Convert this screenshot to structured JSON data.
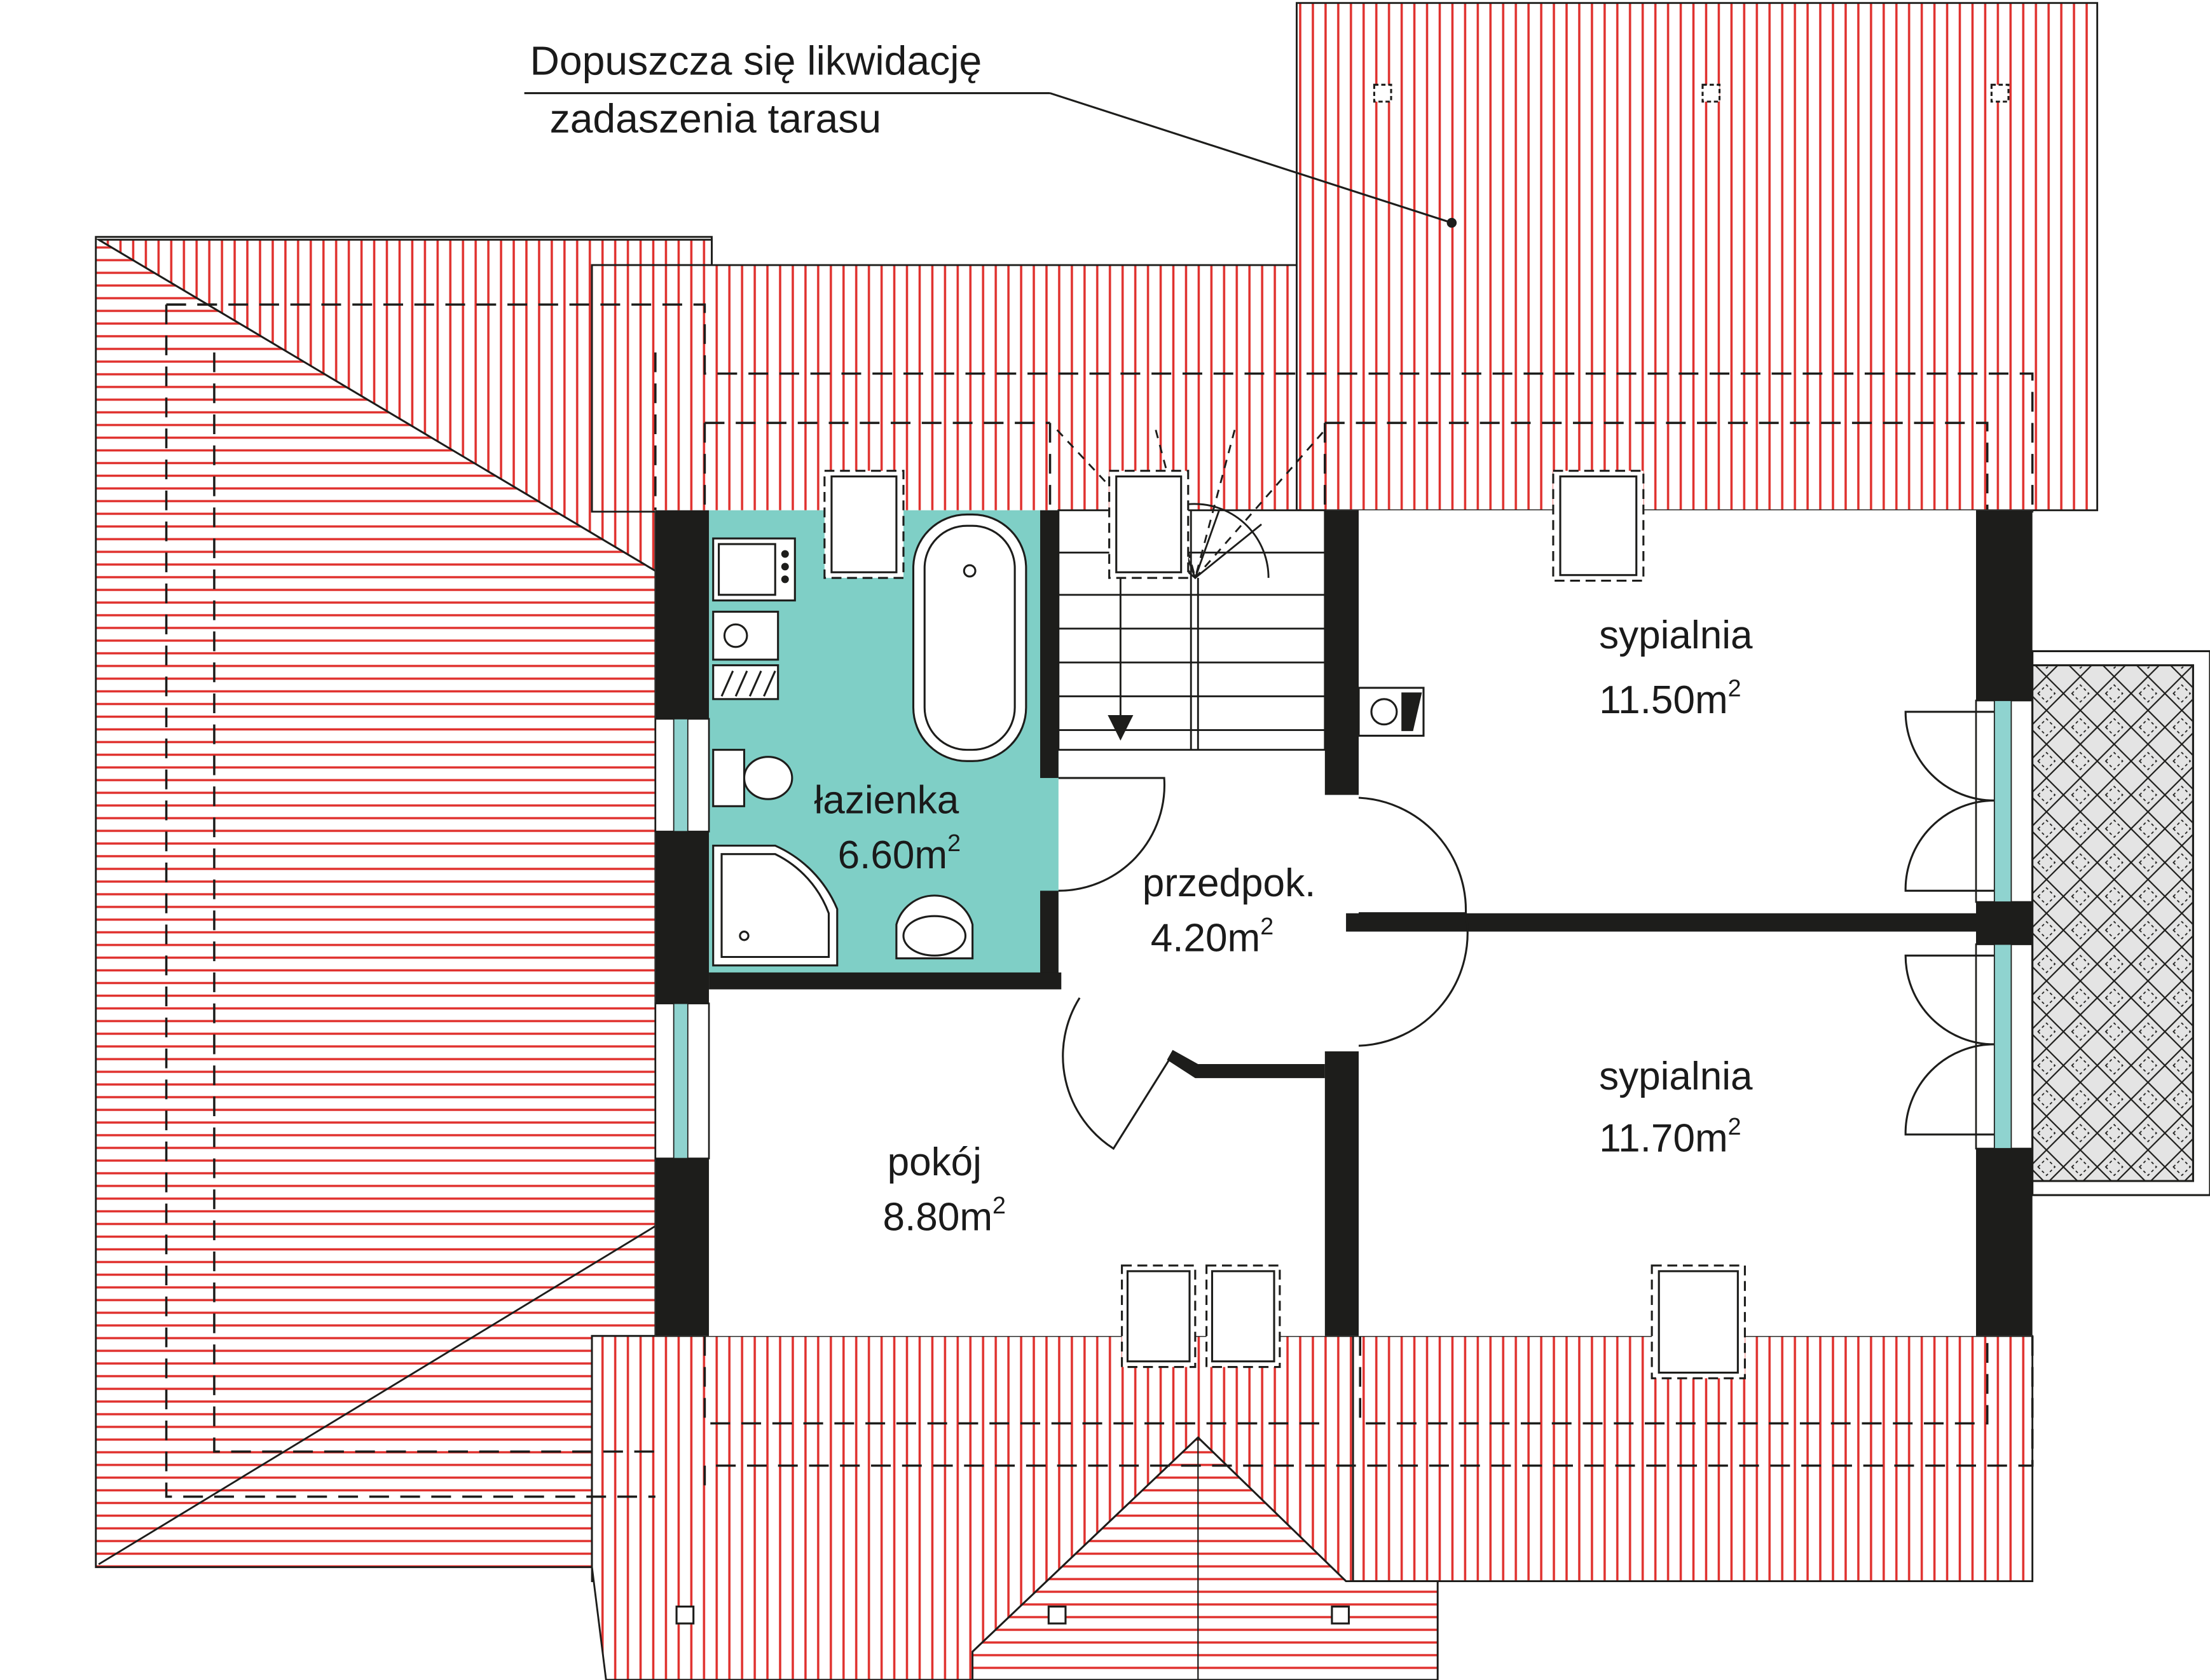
{
  "note": {
    "line1": "Dopuszcza się likwidację",
    "line2": "zadaszenia tarasu"
  },
  "rooms": [
    {
      "id": "lazienka",
      "name": "łazienka",
      "area": "6.60m",
      "unit_sup": "2"
    },
    {
      "id": "przedpok",
      "name": "przedpok.",
      "area": "4.20m",
      "unit_sup": "2"
    },
    {
      "id": "pokoj",
      "name": "pokój",
      "area": "8.80m",
      "unit_sup": "2"
    },
    {
      "id": "sypialnia-1",
      "name": "sypialnia",
      "area": "11.50m",
      "unit_sup": "2"
    },
    {
      "id": "sypialnia-2",
      "name": "sypialnia",
      "area": "11.70m",
      "unit_sup": "2"
    }
  ],
  "colors": {
    "roof_line": "#e0312e",
    "wall": "#1d1d1b",
    "bathroom_fill": "#7fcfc6",
    "window_glass": "#8fd3cf",
    "dashed": "#1d1d1b",
    "balcony_fill": "#e4e4e4"
  }
}
